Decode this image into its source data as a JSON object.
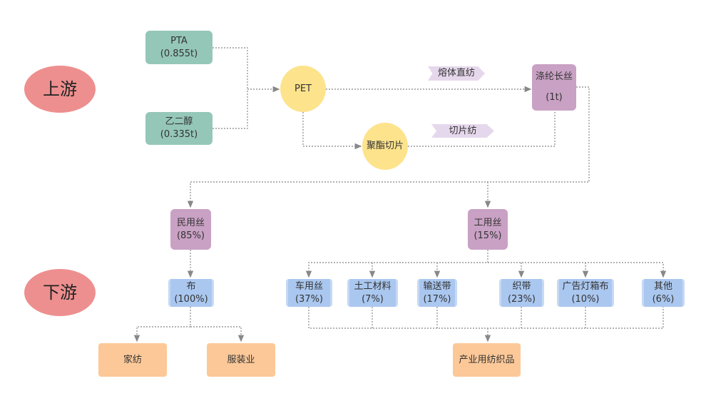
{
  "stages": {
    "upstream": "上游",
    "downstream": "下游"
  },
  "upstream": {
    "pta": {
      "name": "PTA",
      "amount": "(0.855t)"
    },
    "meg": {
      "name": "乙二醇",
      "amount": "(0.335t)"
    },
    "pet": "PET",
    "chips": "聚酯切片",
    "melt_spinning": "熔体直纺",
    "chip_spinning": "切片纺",
    "filament": {
      "name": "涤纶长丝",
      "amount": "(1t)"
    }
  },
  "downstream": {
    "civil": {
      "name": "民用丝",
      "share": "(85%)"
    },
    "industrial": {
      "name": "工用丝",
      "share": "(15%)"
    },
    "cloth": {
      "name": "布",
      "share": "(100%)"
    },
    "industrial_uses": [
      {
        "name": "车用丝",
        "share": "(37%)"
      },
      {
        "name": "土工材料",
        "share": "(7%)"
      },
      {
        "name": "输送带",
        "share": "(17%)"
      },
      {
        "name": "织带",
        "share": "(23%)"
      },
      {
        "name": "广告灯箱布",
        "share": "(10%)"
      },
      {
        "name": "其他",
        "share": "(6%)"
      }
    ],
    "home_textiles": "家纺",
    "apparel": "服装业",
    "industrial_textiles": "产业用纺织品"
  },
  "colors": {
    "stage": "#ee8f8f",
    "raw": "#95c7b8",
    "pet": "#fde38c",
    "yarn": "#c9a1c4",
    "use": "#aac7ef",
    "end": "#fcc898",
    "connector": "#999999"
  }
}
